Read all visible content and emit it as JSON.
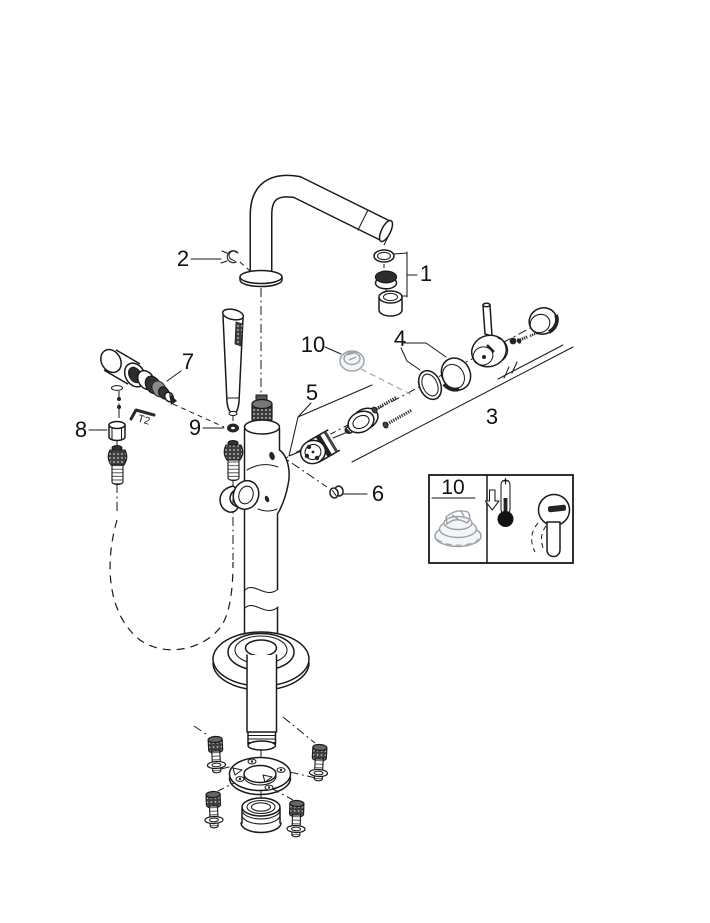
{
  "diagram": {
    "type": "exploded-parts-diagram",
    "subject": "floor-standing-bath-mixer-with-hand-shower",
    "background": "#ffffff",
    "line_color": "#1a1a1a",
    "muted_color": "#9aa0a6",
    "callouts": [
      {
        "label": "1",
        "part": "spout-aerator-set"
      },
      {
        "label": "2",
        "part": "spout-retaining-clip"
      },
      {
        "label": "3",
        "part": "lever-handle-assembly"
      },
      {
        "label": "4",
        "part": "seal-and-trim-rings"
      },
      {
        "label": "5",
        "part": "cartridge-set"
      },
      {
        "label": "6",
        "part": "plug"
      },
      {
        "label": "7",
        "part": "non-return-valve"
      },
      {
        "label": "8",
        "part": "hose-union-nut"
      },
      {
        "label": "9",
        "part": "hand-shower-o-ring"
      },
      {
        "label": "10",
        "part": "temperature-limiter"
      }
    ],
    "tool_label": "T2",
    "inset": {
      "label": "10",
      "icons": [
        "temperature-limiter-part",
        "thermometer-decrease",
        "lever-rotation"
      ]
    }
  }
}
